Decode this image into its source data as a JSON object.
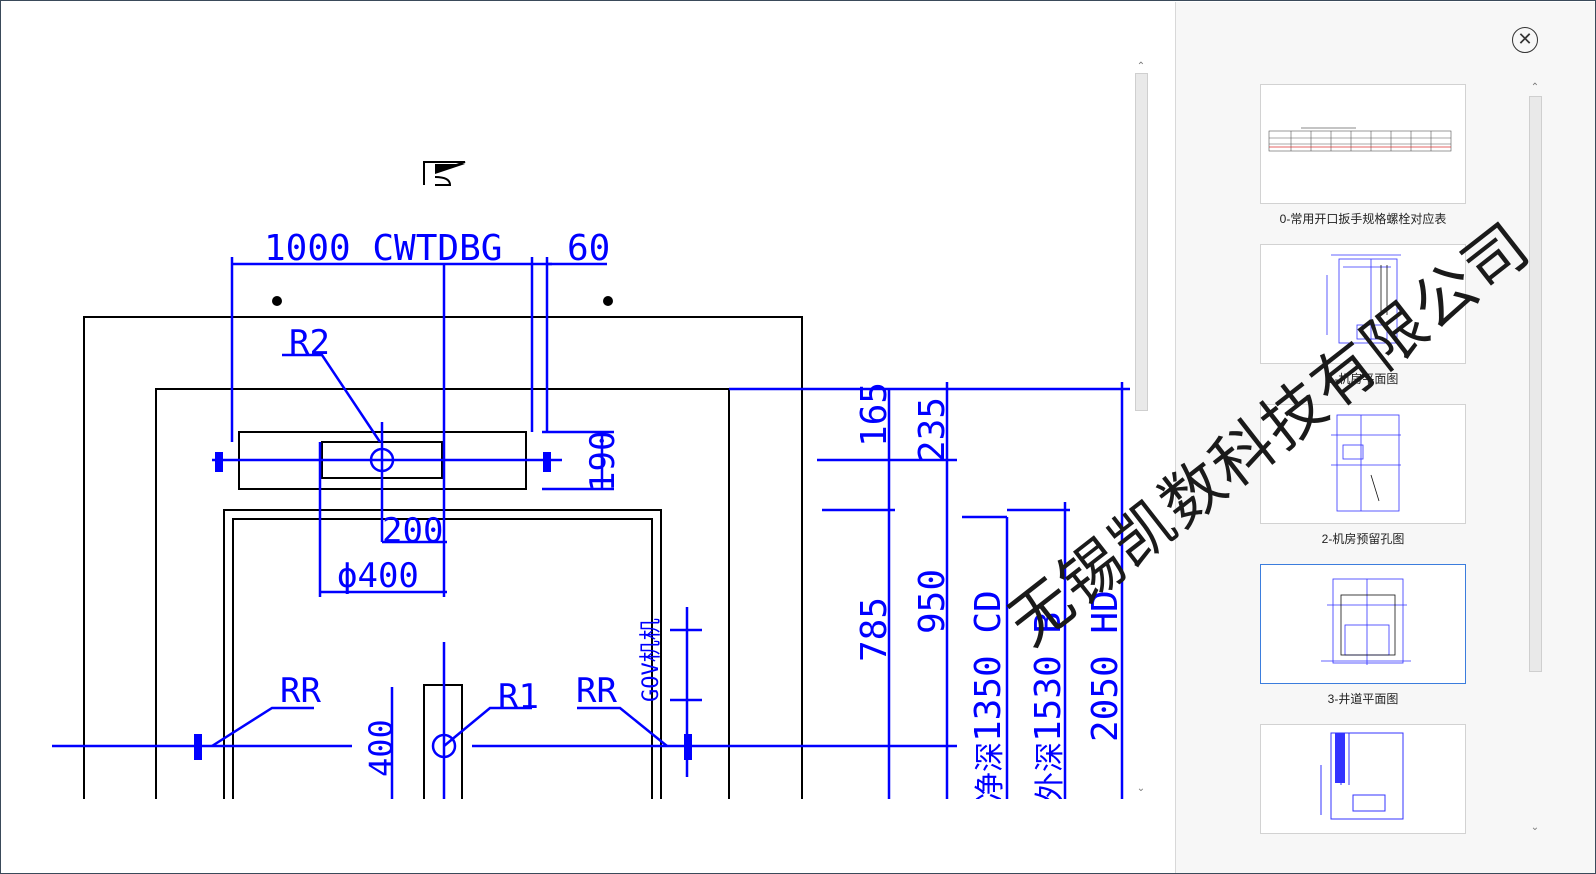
{
  "drawing": {
    "dim_top_left": "1000 CWTDBG",
    "dim_top_right": "60",
    "label_r2": "R2",
    "dim_190": "190",
    "dim_200": "200",
    "dim_phi400": "ϕ400",
    "label_rr_left": "RR",
    "label_r1": "R1",
    "label_rr_right": "RR",
    "label_gov": "GOV机机",
    "dim_400": "400",
    "dim_165": "165",
    "dim_235": "235",
    "dim_785": "785",
    "dim_950": "950",
    "dim_1350": "1350 CD",
    "dim_1530": "1530 B",
    "dim_2050": "2050 HD",
    "label_net_depth": "净深",
    "label_outer_depth": "外深"
  },
  "sidebar": {
    "close_icon": "close-icon",
    "thumbnails": [
      {
        "label": "0-常用开口扳手规格螺栓对应表",
        "selected": false
      },
      {
        "label": "1-机房平面图",
        "selected": false
      },
      {
        "label": "2-机房预留孔图",
        "selected": false
      },
      {
        "label": "3-井道平面图",
        "selected": true
      },
      {
        "label": "",
        "selected": false
      }
    ]
  },
  "watermark": "无锡凯数科技有限公司",
  "colors": {
    "drawing_line": "#0000ff",
    "frame_line": "#000000",
    "selected_border": "#3b7ddd"
  }
}
